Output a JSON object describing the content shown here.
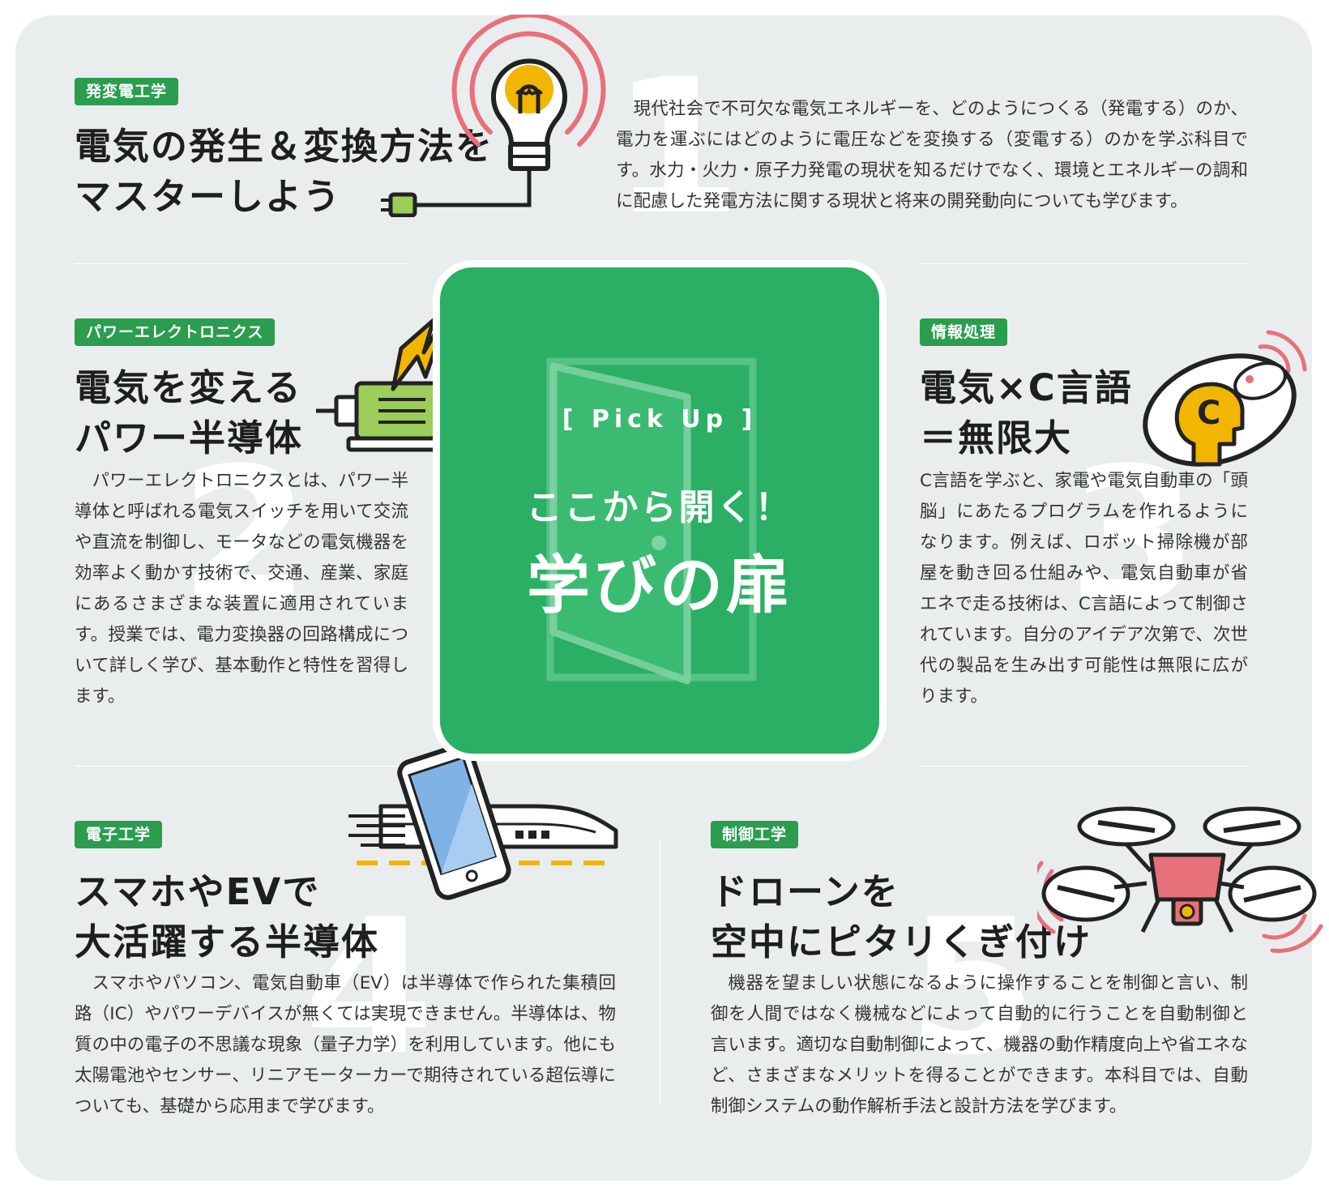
{
  "sections": [
    {
      "tag": "発変電工学",
      "title_lines": [
        "電気の発生＆変換方法を",
        "マスターしよう"
      ],
      "number": "1",
      "body": "現代社会で不可欠な電気エネルギーを、どのようにつくる（発電する）のか、電力を運ぶにはどのように電圧などを変換する（変電する）のかを学ぶ科目です。水力・火力・原子力発電の現状を知るだけでなく、環境とエネルギーの調和に配慮した発電方法に関する現状と将来の開発動向についても学びます。",
      "icon": "lightbulb-icon"
    },
    {
      "tag": "パワーエレクトロニクス",
      "title_lines": [
        "電気を変える",
        "パワー半導体"
      ],
      "number": "2",
      "body": "パワーエレクトロニクスとは、パワー半導体と呼ばれる電気スイッチを用いて交流や直流を制御し、モータなどの電気機器を効率よく動かす技術で、交通、産業、家庭にあるさまざまな装置に適用されています。授業では、電力変換器の回路構成について詳しく学び、基本動作と特性を習得します。",
      "icon": "motor-lightning-icon"
    },
    {
      "tag": "情報処理",
      "title_lines": [
        "電気×C言語",
        "＝無限大"
      ],
      "number": "3",
      "body": "C言語を学ぶと、家電や電気自動車の「頭脳」にあたるプログラムを作れるようになります。例えば、ロボット掃除機が部屋を動き回る仕組みや、電気自動車が省エネで走る技術は、C言語によって制御されています。自分のアイデア次第で、次世代の製品を生み出す可能性は無限に広がります。",
      "icon": "robot-vacuum-icon"
    },
    {
      "tag": "電子工学",
      "title_lines": [
        "スマホやEVで",
        "大活躍する半導体"
      ],
      "number": "4",
      "body": "スマホやパソコン、電気自動車（EV）は半導体で作られた集積回路（IC）やパワーデバイスが無くては実現できません。半導体は、物質の中の電子の不思議な現象（量子力学）を利用しています。他にも太陽電池やセンサー、リニアモーターカーで期待されている超伝導についても、基礎から応用まで学びます。",
      "icon": "smartphone-train-icon"
    },
    {
      "tag": "制御工学",
      "title_lines": [
        "ドローンを",
        "空中にピタリくぎ付け"
      ],
      "number": "5",
      "body": "機器を望ましい状態になるように操作することを制御と言い、制御を人間ではなく機械などによって自動的に行うことを自動制御と言います。適切な自動制御によって、機器の動作精度向上や省エネなど、さまざまなメリットを得ることができます。本科目では、自動制御システムの動作解析手法と設計方法を学びます。",
      "icon": "drone-icon"
    }
  ],
  "pickup": {
    "label": "[ Pick Up ]",
    "subtitle": "ここから開く！",
    "title": "学びの扉",
    "icon": "door-icon"
  },
  "colors": {
    "tag_green": "#2a9d4e",
    "pickup_green": "#2aaf64",
    "panel_bg": "#eaedee",
    "accent_pink": "#e8707a",
    "accent_yellow": "#f2b600",
    "icon_green": "#9ccc5a"
  }
}
